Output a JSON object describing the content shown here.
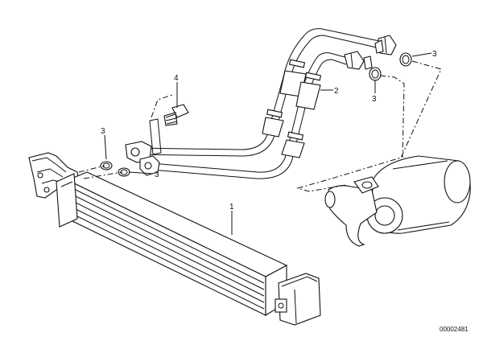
{
  "labels": {
    "l1": "1",
    "l2": "2",
    "l3a": "3",
    "l3b": "3",
    "l3c": "3",
    "l3d": "3",
    "l4": "4"
  },
  "diagram_code": "00002481"
}
